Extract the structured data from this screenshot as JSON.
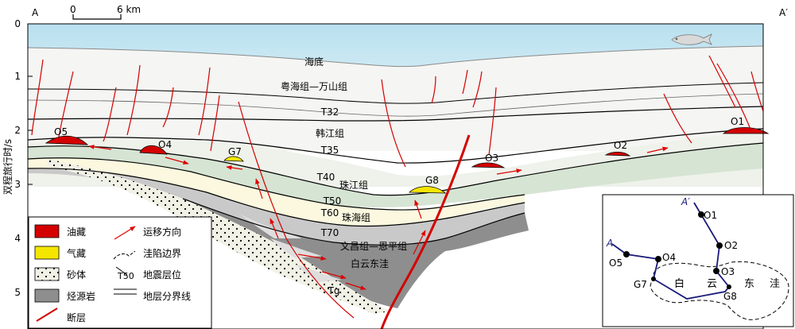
{
  "profile": {
    "start": "A",
    "end": "A′"
  },
  "scale": {
    "zero": "0",
    "distance": "6 km"
  },
  "axis": {
    "ylabel": "双程旅行时/s",
    "ticks": [
      "0",
      "1",
      "2",
      "3",
      "4",
      "5"
    ]
  },
  "section": {
    "labels": {
      "seabed": "海底",
      "yuehai_wanshan": "粤海组—万山组",
      "T32": "T32",
      "hanjiang": "韩江组",
      "T35": "T35",
      "T40": "T40",
      "zhujiang": "珠江组",
      "T50": "T50",
      "T60": "T60",
      "zhuhai": "珠海组",
      "T70": "T70",
      "wenchang_enping": "文昌组—恩平组",
      "baiyun_sag": "白云东洼",
      "Tg": "Tg"
    },
    "reservoirs": {
      "O5": "O5",
      "O4": "O4",
      "G7": "G7",
      "G8": "G8",
      "O3": "O3",
      "O2": "O2",
      "O1": "O1"
    }
  },
  "legend": {
    "oil": "油藏",
    "gas": "气藏",
    "sand": "砂体",
    "source": "烃源岩",
    "fault": "断层",
    "migration": "运移方向",
    "sag_boundary": "洼陷边界",
    "T50": "T50",
    "seismic": "地震层位",
    "strata_boundary": "地层分界线"
  },
  "inset": {
    "a_prime": "A′",
    "a": "A",
    "O1": "O1",
    "O2": "O2",
    "O3": "O3",
    "O4": "O4",
    "O5": "O5",
    "G7": "G7",
    "G8": "G8",
    "sag": [
      "白",
      "云",
      "东",
      "洼"
    ]
  },
  "colors": {
    "oil": "#d40000",
    "gas": "#f5e600",
    "source_rock": "#8e8e8e",
    "fault": "#d40000",
    "sea": "#b9e0ef",
    "profile_line": "#1a1a7a"
  }
}
